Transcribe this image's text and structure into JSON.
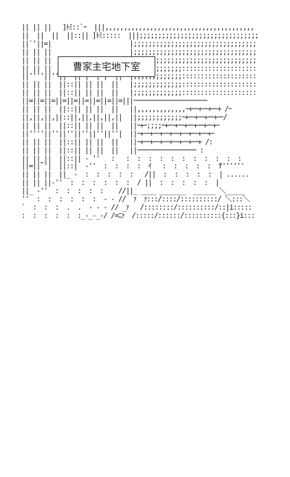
{
  "caption": "曹家主宅地下室",
  "art_lines": [
    "|| || ||   ]ﾄﾐ::`ｰ  |||,,,,,,,,,,,,,,,,,,,,,,,,,,,,,,,,,,,,,,,,",
    "||  ||  ||  ||::|| ]ﾄﾐ:::::  |||;;;;;;;;;;;;;;;;;;;;;;;;;;;;;;;;",
    "||`'||=|                     |;;;;;;;;;;;;;;;;;;;;;;;;;;;;;;;;;",
    "|| || ||                     |;;;;;;;;;;;;;;;;;;;;;;;;;;;;;;;;;",
    "|| || ||                     |;;;;;;;;;;;;;;;;;;;;;;;;;;;;;;;;;",
    "|| || ||  ||::|| || ||  ||   |;;;;;;;;;;;;;::::::::::::::::::::",
    "||''''||''||''||'|''|'|''||  |;;;;;;;;;;;;;::::::::::::::::::::",
    "|| || ||  ||::|| || ||  ||   |;;;;;;;;;;;;;::::::::::::::::::::",
    "|| || ||  ||::|| || ||  ||   |;;;;;;;;;;;;;::::::::::::::::::::",
    "||=||=||=||=||=||=||=||=||=|||ｰｰｰｰｰｰｰｰｰｰｰｰｰｰｰｰｰｰｰｰｰｰｰｰｰ",
    "|| || ||  ||::|| || ||  ||   ||,,,,,,,,,,,,,ｰ+ｰｰ+ｰｰ+ｰｰ+ /ｰ",
    "||,||,||,||::||,||,||,||,||  ||;;;;;;;;;;;;ｰ+ｰｰ+ｰｰ+ｰｰ+ｰｰ/",
    "|| || ||  ||::|| || ||  ||   ||ｰ+ｰ;;;;ｰ+ｰｰ+ｰｰ+ｰｰ+ｰｰ+ｰｰ+ｰ",
    "||''''||''||''||''||''||''|  ||ｰ+ｰｰ+ｰｰ+ｰｰ+ｰｰ+ｰｰ+ｰｰ+ｰｰ+ｰ",
    "|| || ||  ||::|| || ||  ||   ||ｰ+ｰｰ+ｰｰ+ｰｰ+ｰｰ+ｰｰ+ｰｰ+ /:",
    "|| || ||  ||::|| || ||  ||   ||ｰｰｰｰｰｰｰｰｰｰｰｰｰｰｰｰｰｰｰｰ :",
    "|| ||_||  ||::|| - ''   :   :  :  :  :  :  :  :  :  :  :  :",
    "||=||`'|  ||::|  -''  :  :  :  :  ｲ   :  :  :  :  :  f''''''",
    "|| || ||  ||_ -  :  :  :  :  :   /||  :  :  :  :  :  | ......",
    "|| || ||-''  :  :  :  :  :  :  / ||  :  :  :  :  :  |",
    "||_ -''  :  :  :  :  :    //||_ ____ _______  ______ ＼_____",
    "''  :  :  :  :  :  :  - - //  ｧ  ｧ:::/::::/::::::::::/ ＼:::＼",
    "`  :  :  :  .  .  - - - // _ｧ   /::::::::/::::::::::/::|i:::::",
    ":  :  :  :  :  :_-_-_-/ /=ﾆｧ  /:::::/::::::/::::::::::{:::}i:::"
  ]
}
